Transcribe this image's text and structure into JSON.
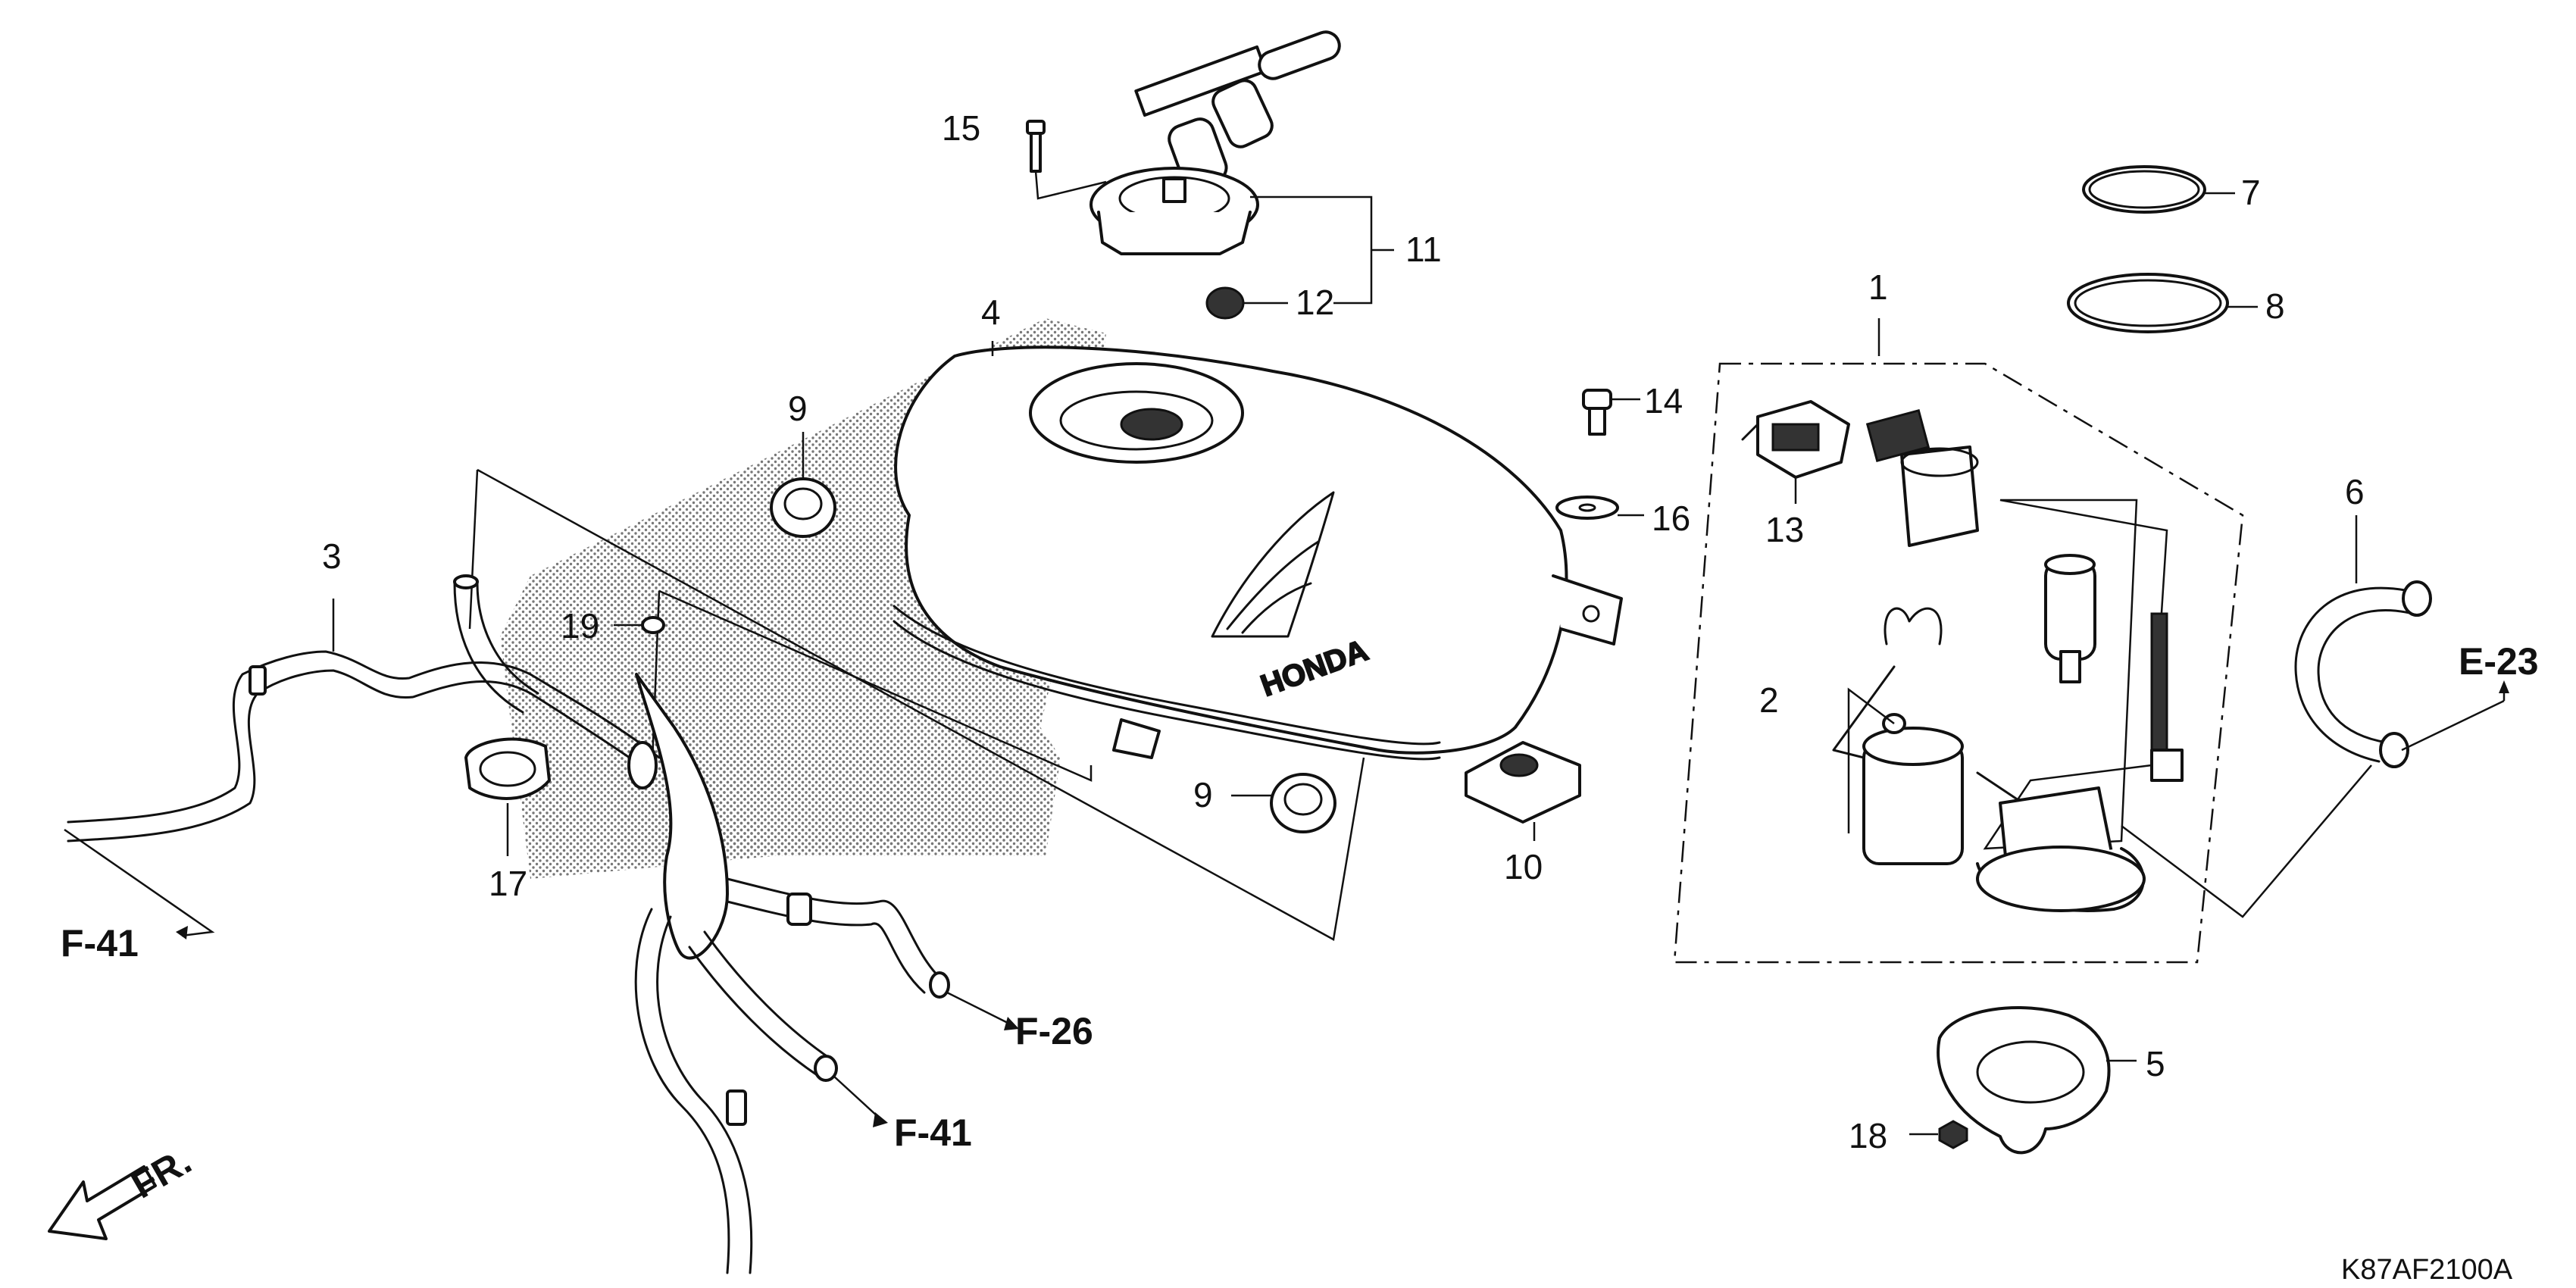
{
  "diagram": {
    "callouts": [
      {
        "id": "c1",
        "label": "1"
      },
      {
        "id": "c2",
        "label": "2"
      },
      {
        "id": "c3",
        "label": "3"
      },
      {
        "id": "c4",
        "label": "4"
      },
      {
        "id": "c5",
        "label": "5"
      },
      {
        "id": "c6",
        "label": "6"
      },
      {
        "id": "c7",
        "label": "7"
      },
      {
        "id": "c8",
        "label": "8"
      },
      {
        "id": "c9a",
        "label": "9"
      },
      {
        "id": "c9b",
        "label": "9"
      },
      {
        "id": "c10",
        "label": "10"
      },
      {
        "id": "c11",
        "label": "11"
      },
      {
        "id": "c12",
        "label": "12"
      },
      {
        "id": "c13",
        "label": "13"
      },
      {
        "id": "c14",
        "label": "14"
      },
      {
        "id": "c15",
        "label": "15"
      },
      {
        "id": "c16",
        "label": "16"
      },
      {
        "id": "c17",
        "label": "17"
      },
      {
        "id": "c18",
        "label": "18"
      },
      {
        "id": "c19",
        "label": "19"
      }
    ],
    "references": [
      {
        "id": "r_f41a",
        "label": "F-41"
      },
      {
        "id": "r_f26",
        "label": "F-26"
      },
      {
        "id": "r_f41b",
        "label": "F-41"
      },
      {
        "id": "r_e23",
        "label": "E-23"
      }
    ],
    "front_label": "FR.",
    "diagram_code": "K87AF2100A",
    "tank_logo": "HONDA"
  }
}
